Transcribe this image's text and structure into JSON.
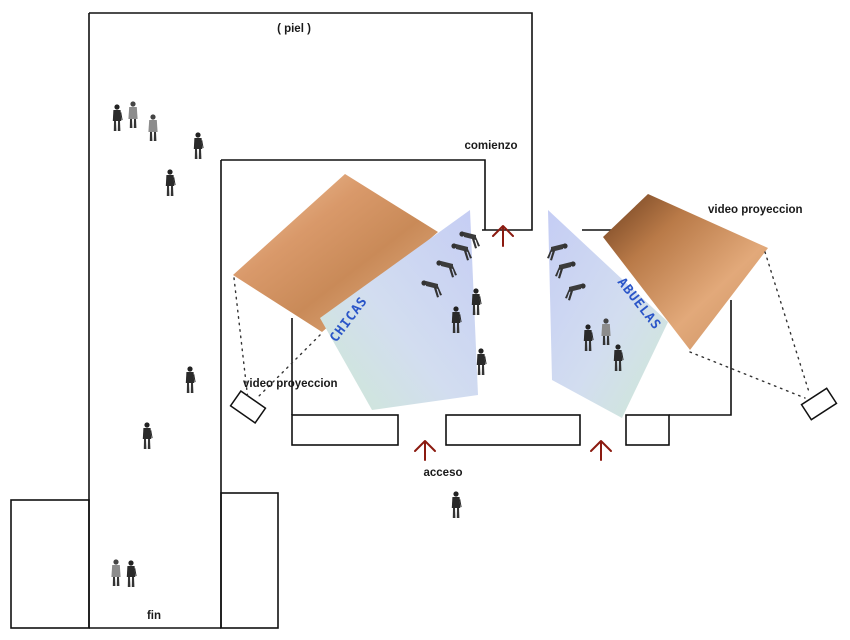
{
  "labels": {
    "piel": "( piel )",
    "comienzo": "comienzo",
    "video_proyeccion_right": "video proyeccion",
    "video_proyeccion_left": "video proyeccion",
    "acceso": "acceso",
    "fin": "fin"
  },
  "panels": {
    "left": "CHICAS",
    "right": "ABUELAS"
  },
  "icons": {
    "projector": "projector-icon",
    "arrow": "arrow-up-icon",
    "person": "walking-person-icon"
  },
  "colors": {
    "wall": "#111111",
    "arrow": "#8b1a10",
    "skin_light": "#e3ad7c",
    "skin_dark": "#8a5630",
    "panel_blue": "#c9d3f2",
    "panel_green": "#d6ecd6",
    "panel_text": "#2a55c8"
  }
}
